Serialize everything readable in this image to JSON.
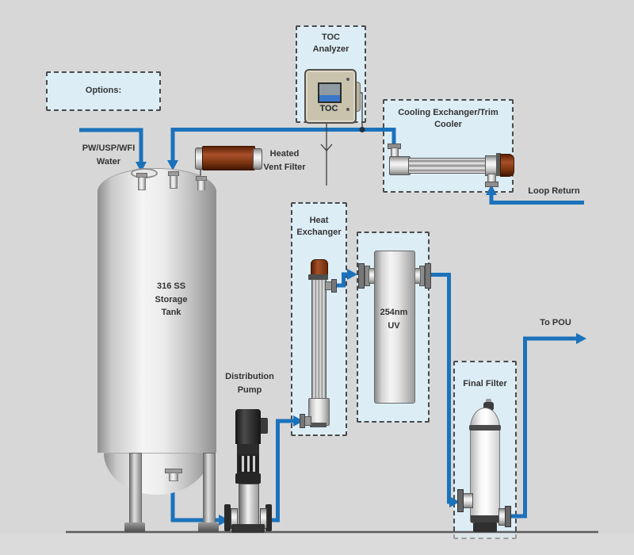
{
  "colors": {
    "pipe_blue": "#1b72bb",
    "box_fill": "#dcedf6",
    "box_border": "#4a4a4a",
    "background": "#d7d7d7",
    "brown": "#8a3c12",
    "ground": "#5c5c5c",
    "label": "#333333"
  },
  "labels": {
    "options": "Options:",
    "feed_water": "PW/USP/WFI\nWater",
    "heated_vent_filter": "Heated\nVent Filter",
    "toc_analyzer": "TOC\nAnalyzer",
    "toc_device": "TOC",
    "cooling_exchanger": "Cooling Exchanger/Trim\nCooler",
    "loop_return": "Loop Return",
    "storage_tank": "316 SS\nStorage\nTank",
    "distribution_pump": "Distribution\nPump",
    "heat_exchanger": "Heat\nExchanger",
    "uv_unit": "254nm\nUV",
    "final_filter": "Final Filter",
    "to_pou": "To POU"
  }
}
